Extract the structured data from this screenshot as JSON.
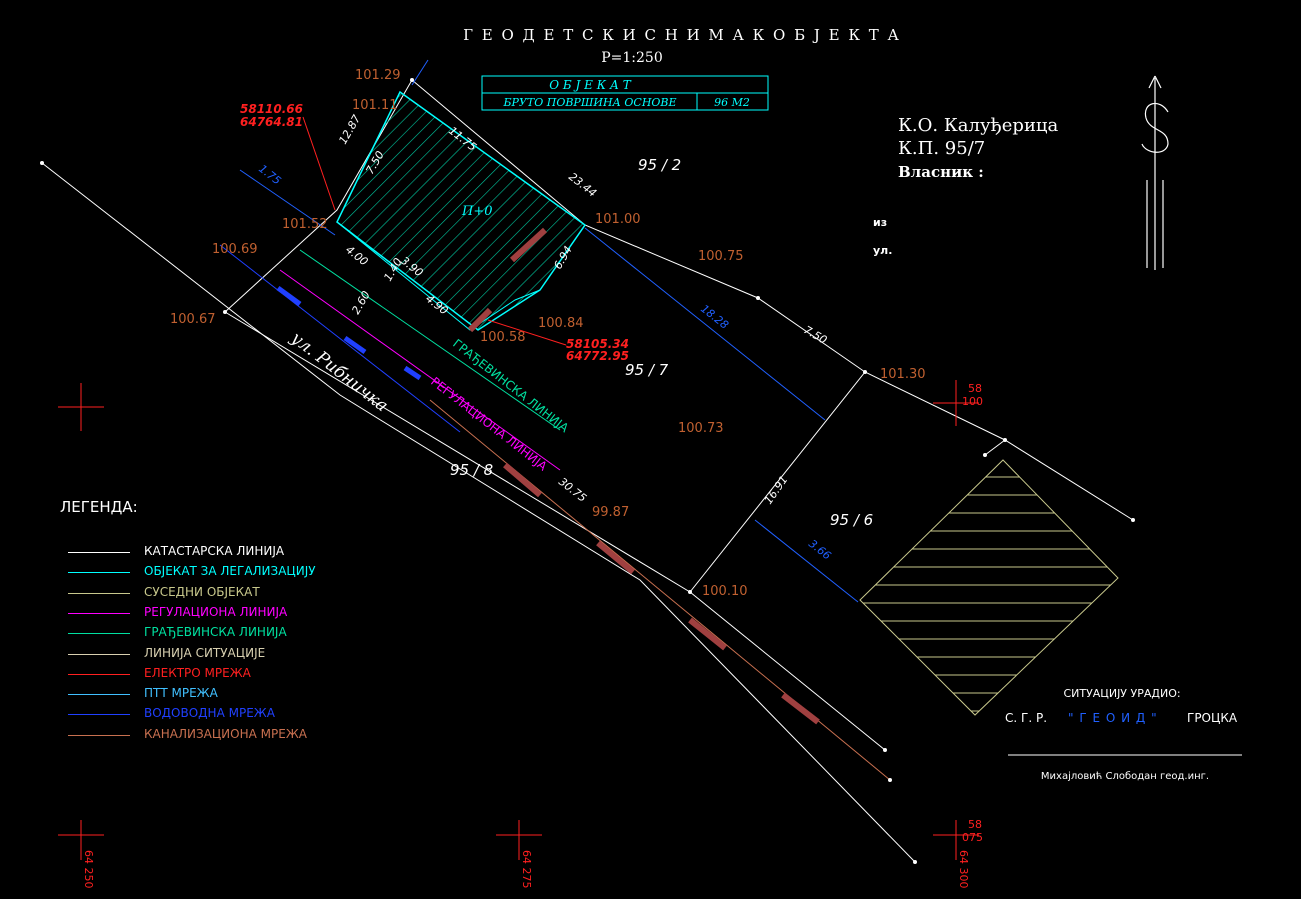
{
  "title": "Г Е О Д Е Т С К И   С Н И М А К   О Б Ј Е К Т А",
  "scale": "P=1:250",
  "object_box": {
    "header": "О Б Ј Е К А Т",
    "label": "БРУТО ПОВРШИНА ОСНОВЕ",
    "value": "96 M2"
  },
  "info": {
    "ko": "К.О. Калуђерица",
    "kp": "К.П. 95/7",
    "owner": "Власник :",
    "iz": "из",
    "ul": "ул."
  },
  "parcels": {
    "p95_2": "95 / 2",
    "p95_7": "95 / 7",
    "p95_8": "95 / 8",
    "p95_6": "95 / 6"
  },
  "street": "ул. Рибничка",
  "building_label": "П+0",
  "heights": {
    "h1": "101.29",
    "h2": "101.11",
    "h3": "101.52",
    "h4": "100.69",
    "h5": "100.67",
    "h6": "101.00",
    "h7": "100.75",
    "h8": "100.84",
    "h9": "100.58",
    "h10": "101.30",
    "h11": "100.73",
    "h12": "99.87",
    "h13": "100.10"
  },
  "coords": {
    "c1a": "58110.66",
    "c1b": "64764.81",
    "c2a": "58105.34",
    "c2b": "64772.95"
  },
  "dims": {
    "d1": "12.87",
    "d2": "11.75",
    "d3": "23.44",
    "d4": "7.50",
    "d5": "18.28",
    "d6": "30.75",
    "d7": "16.91",
    "d8": "3.66",
    "d9": "1.75",
    "d10": "7.50",
    "d11": "4.00",
    "d12": "3.90",
    "d13": "4.90",
    "d14": "6.94",
    "d15": "2.60",
    "d16": "1.40"
  },
  "lines_text": {
    "gradjevinska": "ГРАЂЕВИНСКА ЛИНИЈА",
    "regulaciona": "РЕГУЛАЦИОНА ЛИНИЈА"
  },
  "grid_marks": {
    "g1a": "58",
    "g1b": "100",
    "g2a": "58",
    "g2b": "075",
    "g3": "64 250",
    "g4": "64 275",
    "g5": "64 300"
  },
  "legend": {
    "title": "ЛЕГЕНДА:",
    "items": [
      {
        "label": "КАТАСТАРСКА ЛИНИЈА",
        "color": "#ffffff"
      },
      {
        "label": "ОБЈЕКАТ ЗА ЛЕГАЛИЗАЦИЈУ",
        "color": "#00ffff"
      },
      {
        "label": "СУСЕДНИ ОБЈЕКАТ",
        "color": "#c8c88c"
      },
      {
        "label": "РЕГУЛАЦИОНА ЛИНИЈА",
        "color": "#ff00ff"
      },
      {
        "label": "ГРАЂЕВИНСКА ЛИНИЈА",
        "color": "#00e0a0"
      },
      {
        "label": "ЛИНИЈА СИТУАЦИЈЕ",
        "color": "#d8d0b0"
      },
      {
        "label": "ЕЛЕКТРО МРЕЖА",
        "color": "#ff2020"
      },
      {
        "label": "ПТТ МРЕЖА",
        "color": "#40c0ff"
      },
      {
        "label": "ВОДОВОДНА МРЕЖА",
        "color": "#2040ff"
      },
      {
        "label": "КАНАЛИЗАЦИОНА МРЕЖА",
        "color": "#c87050"
      }
    ]
  },
  "signature": {
    "made_by": "СИТУАЦИЈУ УРАДИО:",
    "firm_prefix": "С. Г. Р.",
    "firm_name": "\" Г Е О И Д \"",
    "firm_suffix": "ГРОЦКА",
    "engineer": "Михајловић Слободан геод.инг."
  },
  "colors": {
    "background": "#000000",
    "cadastre": "#ffffff",
    "object": "#00ffff",
    "neighbor": "#c8c88c",
    "regulation": "#ff00ff",
    "building_line": "#00e0a0",
    "water": "#2040ff",
    "sewer": "#a04040",
    "height_text": "#c06030",
    "coord_red": "#ff2020"
  }
}
